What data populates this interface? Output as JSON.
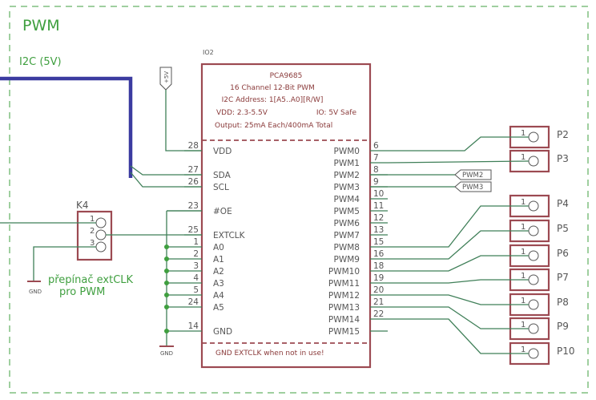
{
  "sheet": {
    "title": "PWM"
  },
  "bus": {
    "label": "I2C (5V)",
    "color": "#3b3ba0"
  },
  "power": {
    "label": "+5V"
  },
  "chip": {
    "ref": "IO2",
    "lines": [
      "PCA9685",
      "16 Channel 12-Bit PWM",
      "I2C Address: 1[A5..A0][R/W]",
      "VDD: 2.3-5.5V",
      "IO: 5V Safe",
      "Output: 25mA Each/400mA Total"
    ],
    "note": "GND EXTCLK when not in use!",
    "left_pins": [
      {
        "num": "28",
        "name": "VDD"
      },
      {
        "num": "27",
        "name": "SDA"
      },
      {
        "num": "26",
        "name": "SCL"
      },
      {
        "num": "23",
        "name": "#OE"
      },
      {
        "num": "25",
        "name": "EXTCLK"
      },
      {
        "num": "1",
        "name": "A0"
      },
      {
        "num": "2",
        "name": "A1"
      },
      {
        "num": "3",
        "name": "A2"
      },
      {
        "num": "4",
        "name": "A3"
      },
      {
        "num": "5",
        "name": "A4"
      },
      {
        "num": "24",
        "name": "A5"
      },
      {
        "num": "14",
        "name": "GND"
      }
    ],
    "right_pins": [
      {
        "num": "6",
        "name": "PWM0"
      },
      {
        "num": "7",
        "name": "PWM1"
      },
      {
        "num": "8",
        "name": "PWM2"
      },
      {
        "num": "9",
        "name": "PWM3"
      },
      {
        "num": "10",
        "name": "PWM4"
      },
      {
        "num": "11",
        "name": "PWM5"
      },
      {
        "num": "12",
        "name": "PWM6"
      },
      {
        "num": "13",
        "name": "PWM7"
      },
      {
        "num": "15",
        "name": "PWM8"
      },
      {
        "num": "16",
        "name": "PWM9"
      },
      {
        "num": "18",
        "name": "PWM10"
      },
      {
        "num": "19",
        "name": "PWM11"
      },
      {
        "num": "20",
        "name": "PWM12"
      },
      {
        "num": "21",
        "name": "PWM13"
      },
      {
        "num": "22",
        "name": "PWM14"
      },
      {
        "num": "",
        "name": "PWM15"
      }
    ]
  },
  "net_labels": {
    "pwm2": "PWM2",
    "pwm3": "PWM3"
  },
  "jumper": {
    "ref": "K4",
    "pins": [
      "1",
      "2",
      "3"
    ],
    "caption_line1": "přepínač extCLK",
    "caption_line2": "pro PWM"
  },
  "gnd": {
    "label": "GND"
  },
  "connectors": [
    {
      "ref": "P2",
      "pin": "1"
    },
    {
      "ref": "P3",
      "pin": "1"
    },
    {
      "ref": "P4",
      "pin": "1"
    },
    {
      "ref": "P5",
      "pin": "1"
    },
    {
      "ref": "P6",
      "pin": "1"
    },
    {
      "ref": "P7",
      "pin": "1"
    },
    {
      "ref": "P8",
      "pin": "1"
    },
    {
      "ref": "P9",
      "pin": "1"
    },
    {
      "ref": "P10",
      "pin": "1"
    }
  ],
  "colors": {
    "wire": "#3f7f58",
    "part": "#9c4a52",
    "junction": "#3f9f3f",
    "frame": "#3f9f3f"
  }
}
